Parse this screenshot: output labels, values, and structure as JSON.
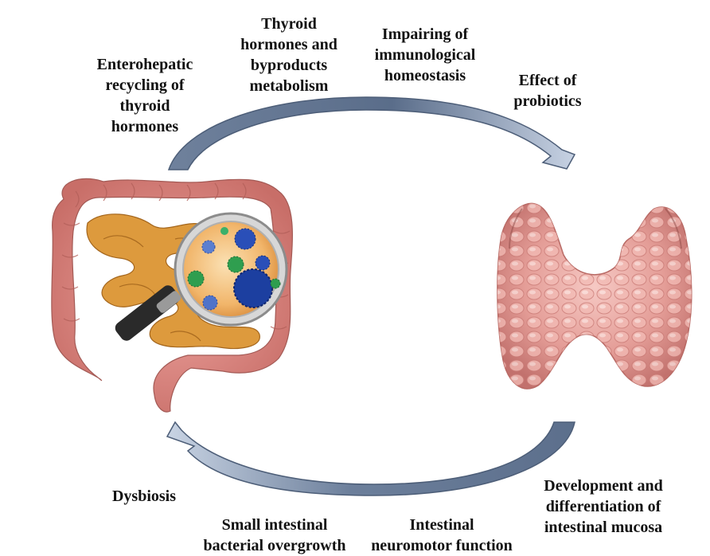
{
  "labels": {
    "enterohepatic": "Enterohepatic\nrecycling of\nthyroid\nhormones",
    "thyroid_metabolism": "Thyroid\nhormones and\nbyproducts\nmetabolism",
    "immunological": "Impairing of\nimmunological\nhomeostasis",
    "probiotics": "Effect of\nprobiotics",
    "dysbiosis": "Dysbiosis",
    "sibo": "Small intestinal\nbacterial overgrowth",
    "neuromotor": "Intestinal\nneuromotor function",
    "mucosa": "Development and\ndifferentiation of\nintestinal mucosa"
  },
  "colors": {
    "arrow_fill": "#8496b0",
    "arrow_light": "#c8d3e2",
    "colon": "#d9817b",
    "small_intestine": "#d9953a",
    "thyroid": "#e29a95",
    "bacteria_blue": "#1c3fa0",
    "bacteria_green": "#2f9e4f"
  }
}
